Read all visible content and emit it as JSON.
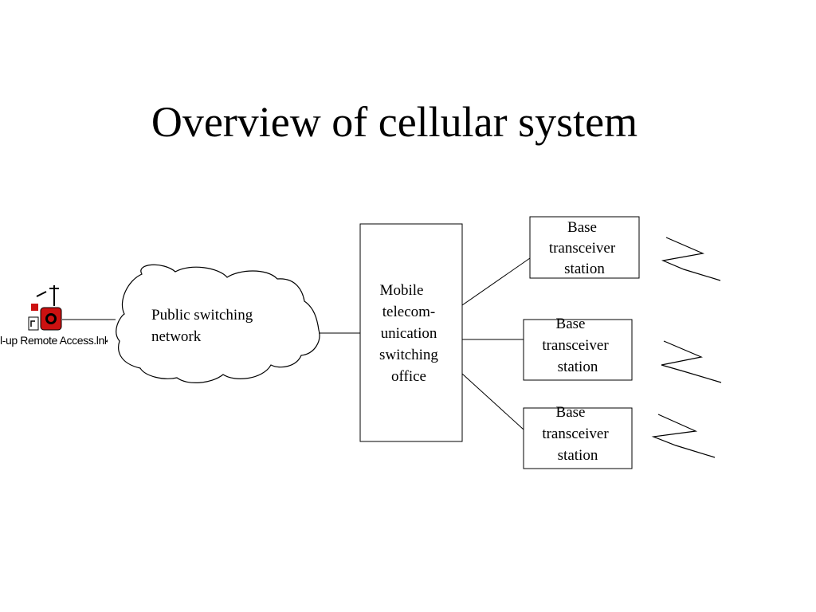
{
  "slide": {
    "title": "Overview of cellular system"
  },
  "diagram": {
    "remote_access_icon": {
      "icon": "red-telephone-shortcut-icon",
      "caption": "l-up Remote Access.lnk",
      "colors": {
        "phone": "#cc1111"
      }
    },
    "cloud": {
      "line1": "Public switching",
      "line2": "network"
    },
    "switching_office": {
      "lines": [
        "Mobile",
        "telecom-",
        "unication",
        "switching",
        "office"
      ]
    },
    "base_stations": [
      {
        "line1": "Base",
        "line2": "transceiver",
        "line3": "station"
      },
      {
        "line1": "Base",
        "line2": "transceiver",
        "line3": "station"
      },
      {
        "line1": "Base",
        "line2": "transceiver",
        "line3": "station"
      }
    ]
  }
}
